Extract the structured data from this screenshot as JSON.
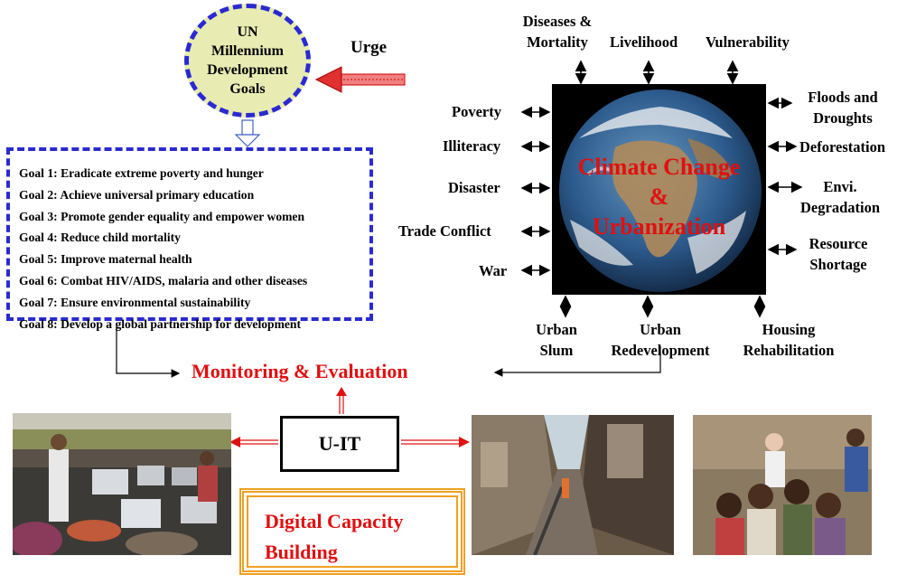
{
  "mdg": {
    "line1": "UN",
    "line2": "Millennium",
    "line3": "Development",
    "line4": "Goals"
  },
  "urge_label": "Urge",
  "goals": [
    "Goal 1: Eradicate extreme poverty and hunger",
    "Goal 2: Achieve universal  primary education",
    "Goal 3: Promote gender equality and empower women",
    "Goal 4: Reduce child mortality",
    "Goal 5: Improve maternal health",
    "Goal 6: Combat HIV/AIDS, malaria and other diseases",
    "Goal 7: Ensure environmental sustainability",
    "Goal 8: Develop a global partnership for development"
  ],
  "center": {
    "line1": "Climate Change",
    "line2": "&",
    "line3": "Urbanization"
  },
  "top_labels": {
    "diseases_1": "Diseases &",
    "diseases_2": "Mortality",
    "livelihood": "Livelihood",
    "vulnerability": "Vulnerability"
  },
  "left_labels": {
    "poverty": "Poverty",
    "illiteracy": "Illiteracy",
    "disaster": "Disaster",
    "trade": "Trade Conflict",
    "war": "War"
  },
  "right_labels": {
    "floods_1": "Floods and",
    "floods_2": "Droughts",
    "deforestation": "Deforestation",
    "envi_1": "Envi.",
    "envi_2": "Degradation",
    "resource_1": "Resource",
    "resource_2": "Shortage"
  },
  "bottom_labels": {
    "slum_1": "Urban",
    "slum_2": "Slum",
    "redev_1": "Urban",
    "redev_2": "Redevelopment",
    "housing_1": "Housing",
    "housing_2": "Rehabilitation"
  },
  "monitoring": "Monitoring & Evaluation",
  "uit": "U-IT",
  "dcb": {
    "line1": "Digital Capacity",
    "line2": "Building"
  },
  "colors": {
    "accent_red": "#e01010",
    "goal_border_blue": "#2a2ad0",
    "dcb_border": "#f0a020"
  }
}
